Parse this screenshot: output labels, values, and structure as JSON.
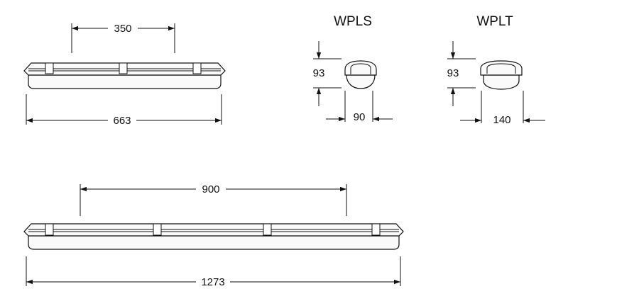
{
  "labels": {
    "wpls_title": "WPLS",
    "wplt_title": "WPLT"
  },
  "dimensions": {
    "short_clip_spacing": "350",
    "short_length": "663",
    "wpls_height": "93",
    "wpls_width": "90",
    "wplt_height": "93",
    "wplt_width": "140",
    "long_clip_spacing": "900",
    "long_length": "1273"
  }
}
